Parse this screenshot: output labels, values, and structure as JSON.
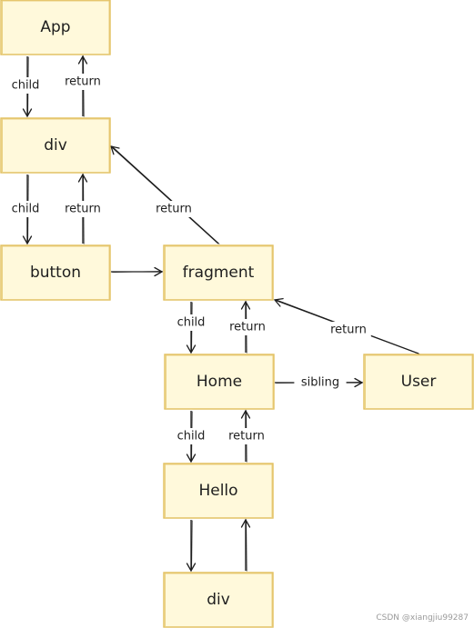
{
  "nodes": [
    {
      "id": "app",
      "label": "App"
    },
    {
      "id": "div1",
      "label": "div"
    },
    {
      "id": "button",
      "label": "button"
    },
    {
      "id": "fragment",
      "label": "fragment"
    },
    {
      "id": "home",
      "label": "Home"
    },
    {
      "id": "user",
      "label": "User"
    },
    {
      "id": "hello",
      "label": "Hello"
    },
    {
      "id": "div2",
      "label": "div"
    }
  ],
  "edges": [
    {
      "id": "app-div1-child",
      "from": "app",
      "to": "div1",
      "label": "child"
    },
    {
      "id": "div1-app-return",
      "from": "div1",
      "to": "app",
      "label": "return"
    },
    {
      "id": "div1-button-child",
      "from": "div1",
      "to": "button",
      "label": "child"
    },
    {
      "id": "button-div1-return",
      "from": "button",
      "to": "div1",
      "label": "return"
    },
    {
      "id": "button-fragment-sibling",
      "from": "button",
      "to": "fragment",
      "label": ""
    },
    {
      "id": "fragment-div1-return",
      "from": "fragment",
      "to": "div1",
      "label": "return"
    },
    {
      "id": "fragment-home-child",
      "from": "fragment",
      "to": "home",
      "label": "child"
    },
    {
      "id": "home-fragment-return",
      "from": "home",
      "to": "fragment",
      "label": "return"
    },
    {
      "id": "home-user-sibling",
      "from": "home",
      "to": "user",
      "label": "sibling"
    },
    {
      "id": "user-fragment-return",
      "from": "user",
      "to": "fragment",
      "label": "return"
    },
    {
      "id": "home-hello-child",
      "from": "home",
      "to": "hello",
      "label": "child"
    },
    {
      "id": "hello-home-return",
      "from": "hello",
      "to": "home",
      "label": "return"
    },
    {
      "id": "hello-div2-child",
      "from": "hello",
      "to": "div2",
      "label": ""
    },
    {
      "id": "div2-hello-return",
      "from": "div2",
      "to": "hello",
      "label": ""
    }
  ],
  "colors": {
    "node_fill": "#fff9db",
    "node_stroke": "#e2be5a",
    "arrow": "#1e1e1e"
  },
  "watermark": "CSDN @xiangjiu99287"
}
